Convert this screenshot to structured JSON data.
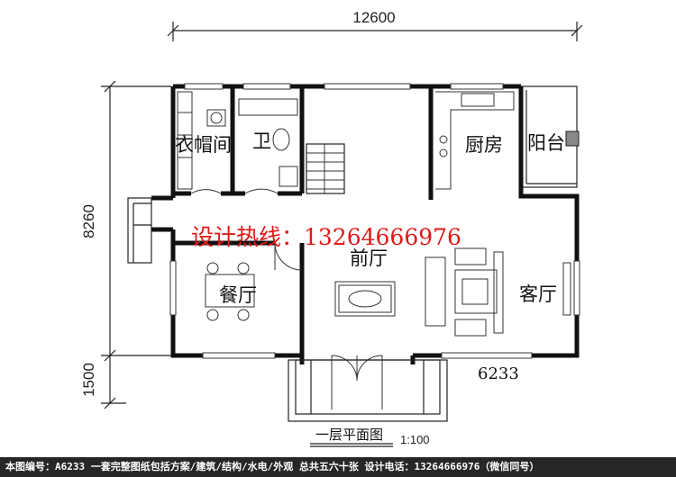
{
  "dimensions": {
    "top_width": "12600",
    "left_height": "8260",
    "porch_depth": "1500"
  },
  "rooms": {
    "cloakroom": "衣帽间",
    "bathroom": "卫",
    "kitchen": "厨房",
    "balcony": "阳台",
    "foyer": "前厅",
    "dining": "餐厅",
    "living": "客厅"
  },
  "hotline": "设计热线：13264666976",
  "plan_code": "6233",
  "drawing_title": "一层平面图",
  "scale": "1:100",
  "footer": "本图编号：A6233   一套完整图纸包括方案/建筑/结构/水电/外观   总共五六十张   设计电话：13264666976（微信同号）"
}
